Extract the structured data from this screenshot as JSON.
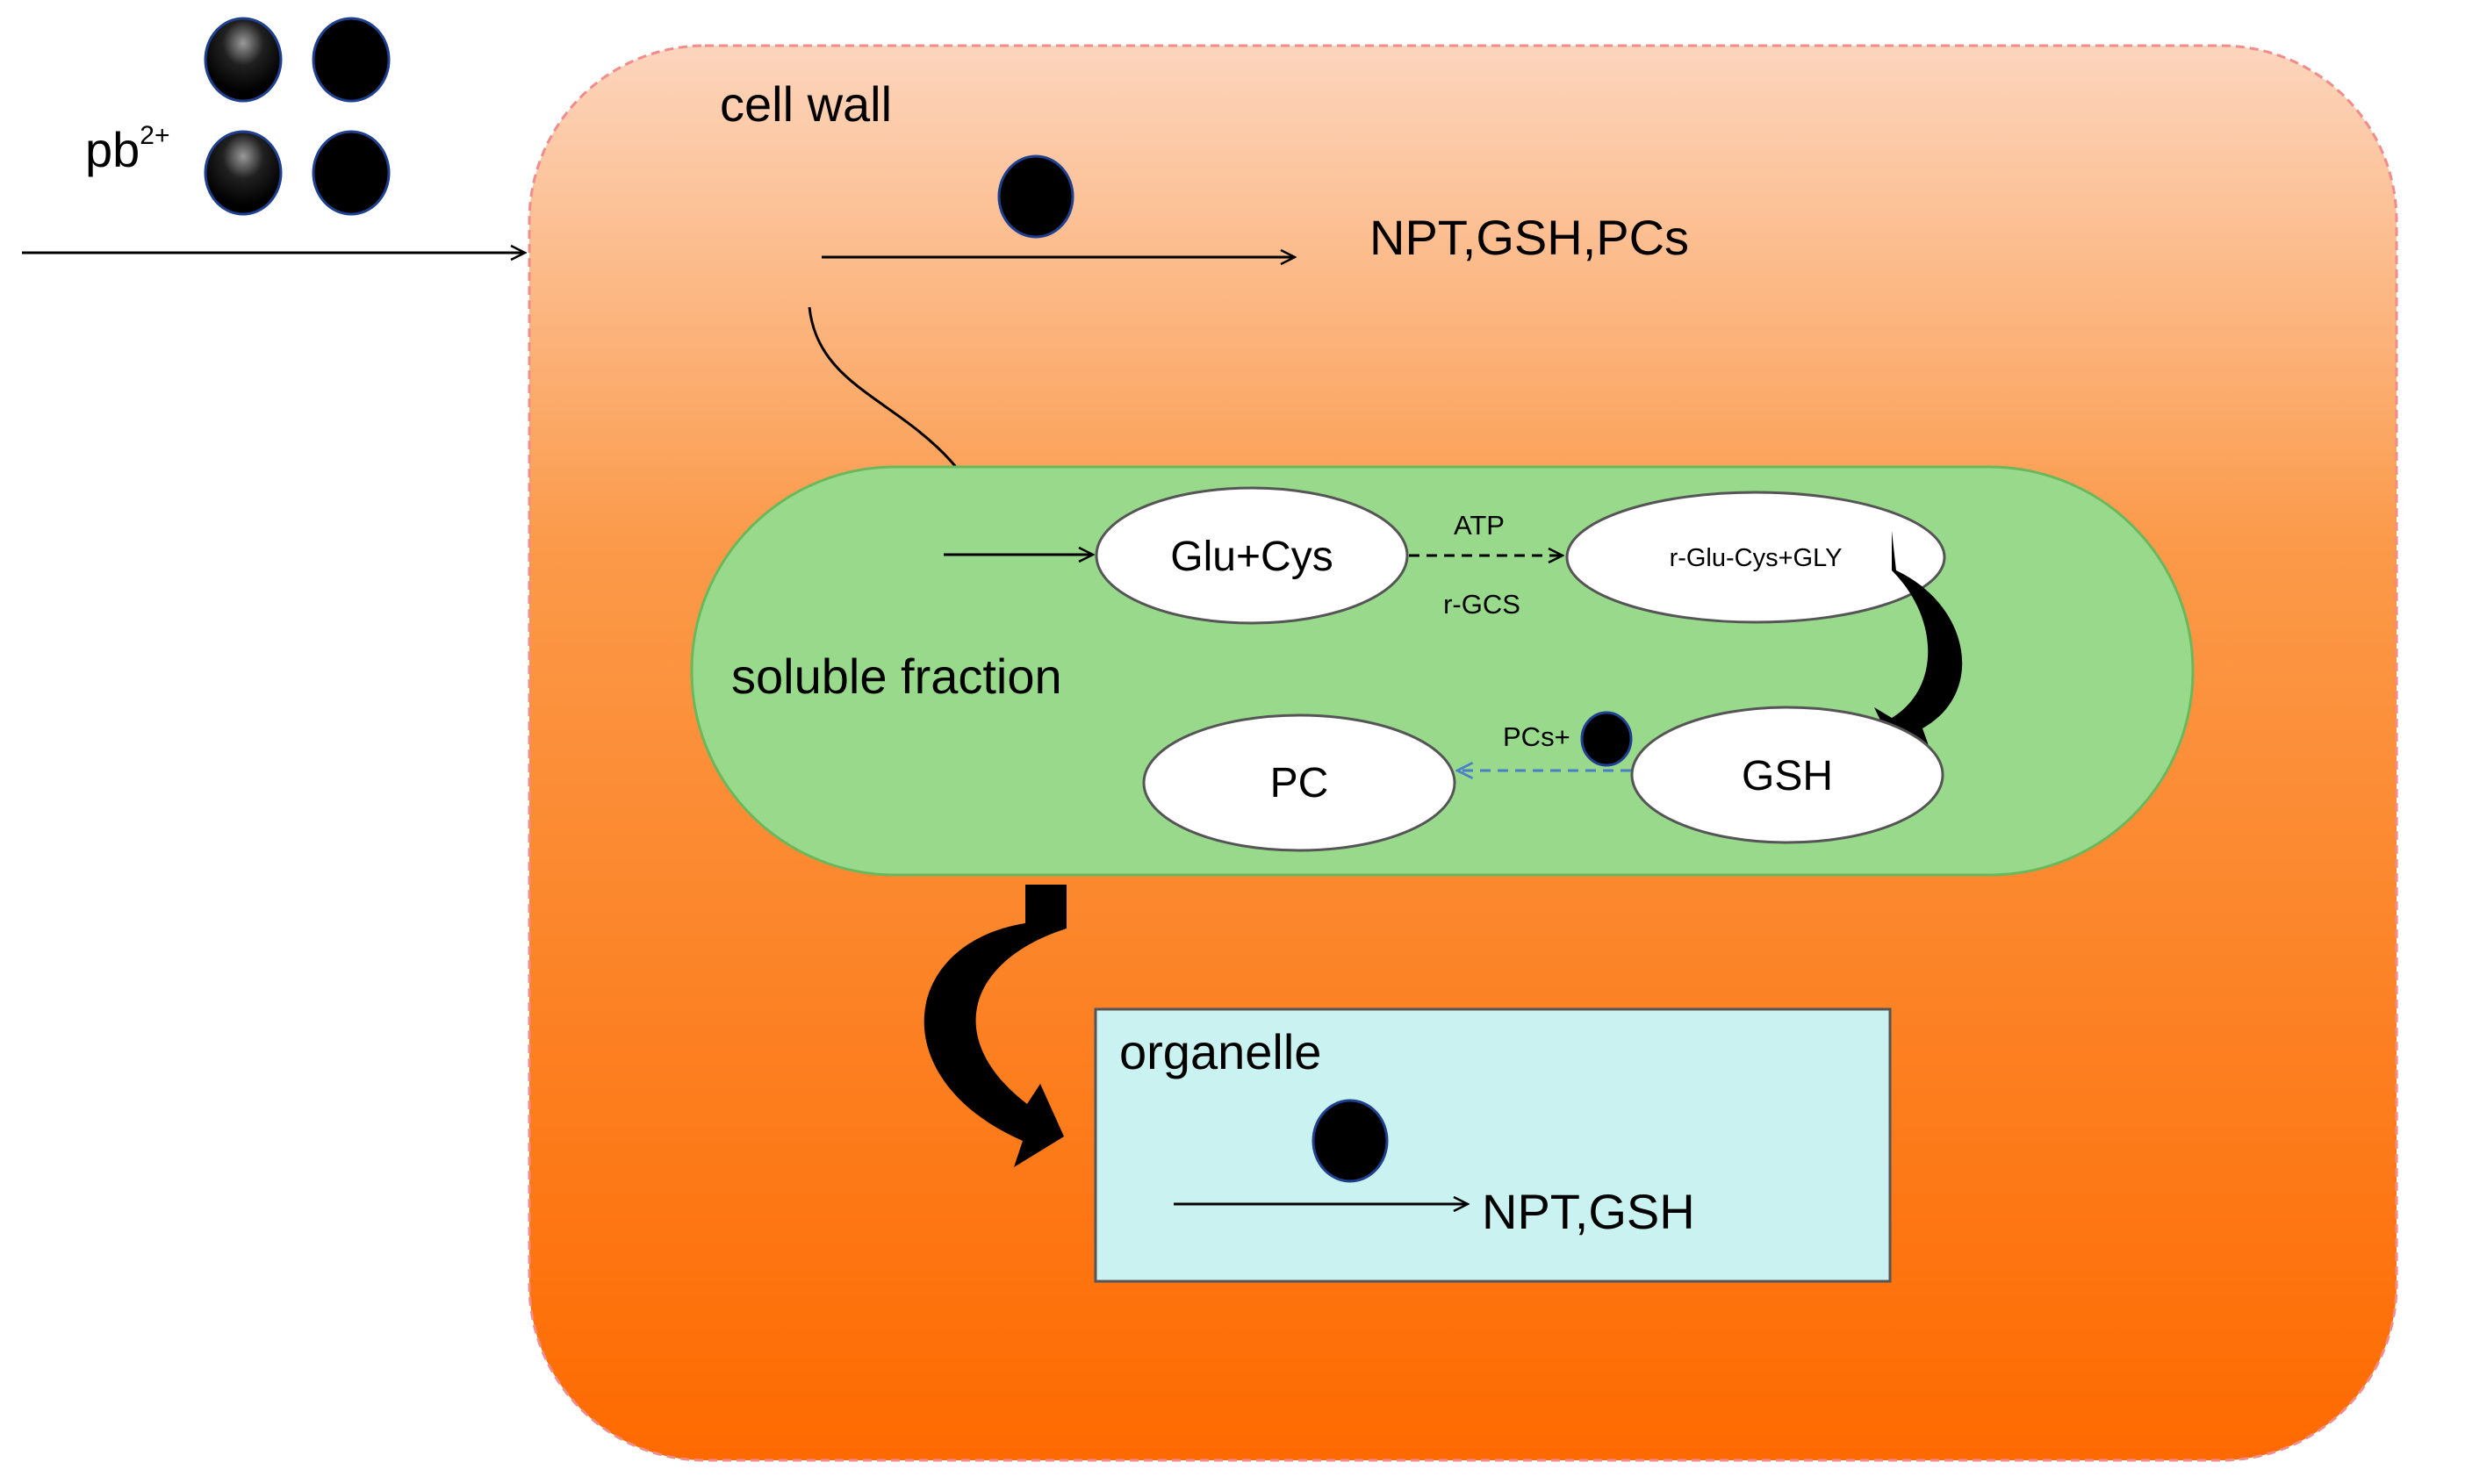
{
  "ion": {
    "base": "pb",
    "charge": "2+"
  },
  "cell_wall": {
    "label": "cell wall",
    "product": "NPT,GSH,PCs"
  },
  "soluble_fraction": {
    "label": "soluble fraction",
    "nodes": {
      "glu_cys": "Glu+Cys",
      "r_glu_cys_gly": "r-Glu-Cys+GLY",
      "gsh": "GSH",
      "pc": "PC"
    },
    "edge_labels": {
      "atp": "ATP",
      "r_gcs": "r-GCS",
      "pcs_plus": "PCs+"
    }
  },
  "organelle": {
    "label": "organelle",
    "product": "NPT,GSH"
  },
  "colors": {
    "cell_top": "#fcd5bd",
    "cell_mid": "#fb9a4a",
    "cell_bottom": "#fe6a00",
    "cell_border": "#f28b8b",
    "soluble_fill": "#99d98c",
    "soluble_border": "#6bb85c",
    "organelle_fill": "#c9f2f1",
    "organelle_border": "#555555",
    "ion_dot": "#000000",
    "dot_outline": "#1f3f8f",
    "dashed_blue": "#4a7fc8"
  }
}
